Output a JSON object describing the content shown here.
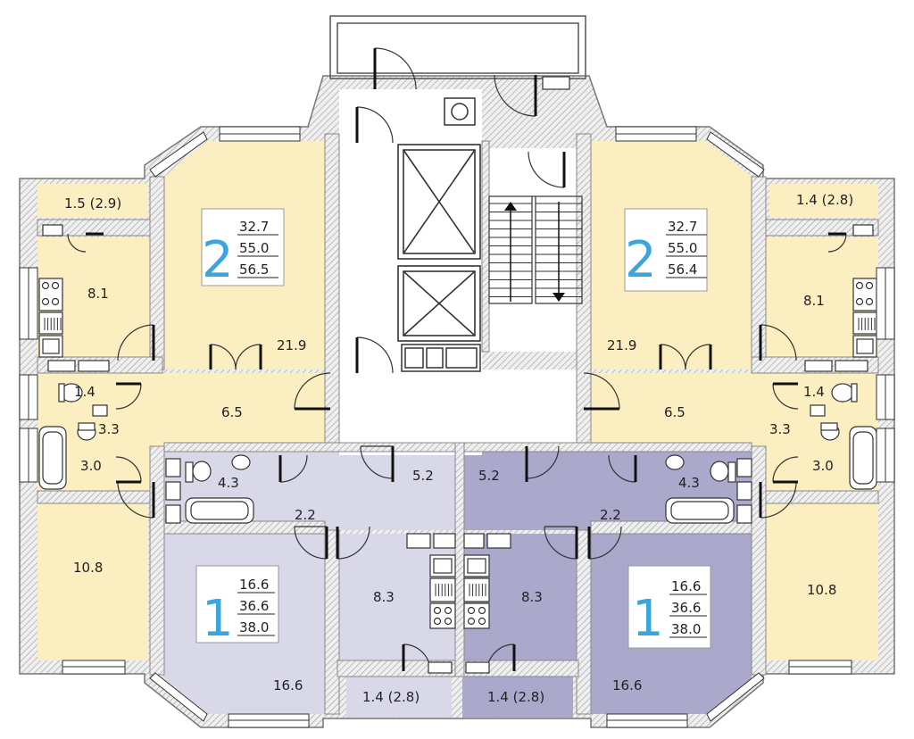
{
  "colors": {
    "yellow": "#fbeec0",
    "light_purple": "#d8d8e8",
    "dark_purple": "#aaa9cb",
    "badge_blue": "#3aa6dd",
    "wall": "#8f8f8f"
  },
  "units": {
    "left_two_room": {
      "rooms": 2,
      "living": "32.7",
      "total": "55.0",
      "total_with_balcony": "56.5",
      "areas": {
        "balcony": "1.5 (2.9)",
        "kitchen": "8.1",
        "living_room": "21.9",
        "hall": "6.5",
        "wc": "1.4",
        "corridor": "3.3",
        "bath": "3.0",
        "bedroom": "10.8"
      }
    },
    "right_two_room": {
      "rooms": 2,
      "living": "32.7",
      "total": "55.0",
      "total_with_balcony": "56.4",
      "areas": {
        "balcony": "1.4 (2.8)",
        "kitchen": "8.1",
        "living_room": "21.9",
        "hall": "6.5",
        "wc": "1.4",
        "corridor": "3.3",
        "bath": "3.0",
        "bedroom": "10.8"
      }
    },
    "left_one_room": {
      "rooms": 1,
      "living": "16.6",
      "total": "36.6",
      "total_with_balcony": "38.0",
      "areas": {
        "bathroom": "4.3",
        "hall": "5.2",
        "corridor": "2.2",
        "kitchen": "8.3",
        "room": "16.6",
        "balcony": "1.4 (2.8)"
      }
    },
    "right_one_room": {
      "rooms": 1,
      "living": "16.6",
      "total": "36.6",
      "total_with_balcony": "38.0",
      "areas": {
        "bathroom": "4.3",
        "hall": "5.2",
        "corridor": "2.2",
        "kitchen": "8.3",
        "room": "16.6",
        "balcony": "1.4 (2.8)"
      }
    }
  }
}
